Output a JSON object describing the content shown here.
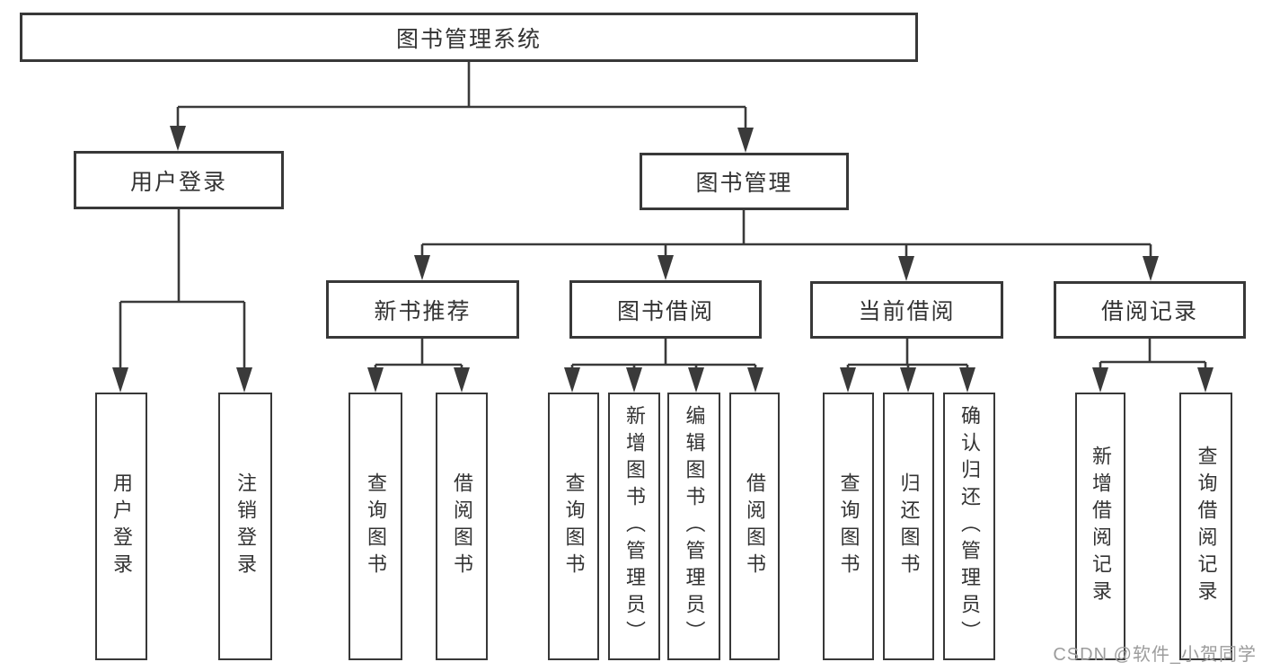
{
  "tree": {
    "label": "图书管理系统",
    "children": [
      {
        "label": "用户登录",
        "children": [
          {
            "label": "用户登录"
          },
          {
            "label": "注销登录"
          }
        ]
      },
      {
        "label": "图书管理",
        "children": [
          {
            "label": "新书推荐",
            "children": [
              {
                "label": "查询图书"
              },
              {
                "label": "借阅图书"
              }
            ]
          },
          {
            "label": "图书借阅",
            "children": [
              {
                "label": "查询图书"
              },
              {
                "label": "新增图书（管理员）"
              },
              {
                "label": "编辑图书（管理员）"
              },
              {
                "label": "借阅图书"
              }
            ]
          },
          {
            "label": "当前借阅",
            "children": [
              {
                "label": "查询图书"
              },
              {
                "label": "归还图书"
              },
              {
                "label": "确认归还（管理员）"
              }
            ]
          },
          {
            "label": "借阅记录",
            "children": [
              {
                "label": "新增借阅记录"
              },
              {
                "label": "查询借阅记录"
              }
            ]
          }
        ]
      }
    ]
  },
  "watermark": {
    "text": "CSDN @软件_小贺同学"
  },
  "colors": {
    "line": "#3a3a3a",
    "border": "#383838",
    "text": "#333333",
    "watermark": "#9c9c9c",
    "background": "#ffffff"
  }
}
